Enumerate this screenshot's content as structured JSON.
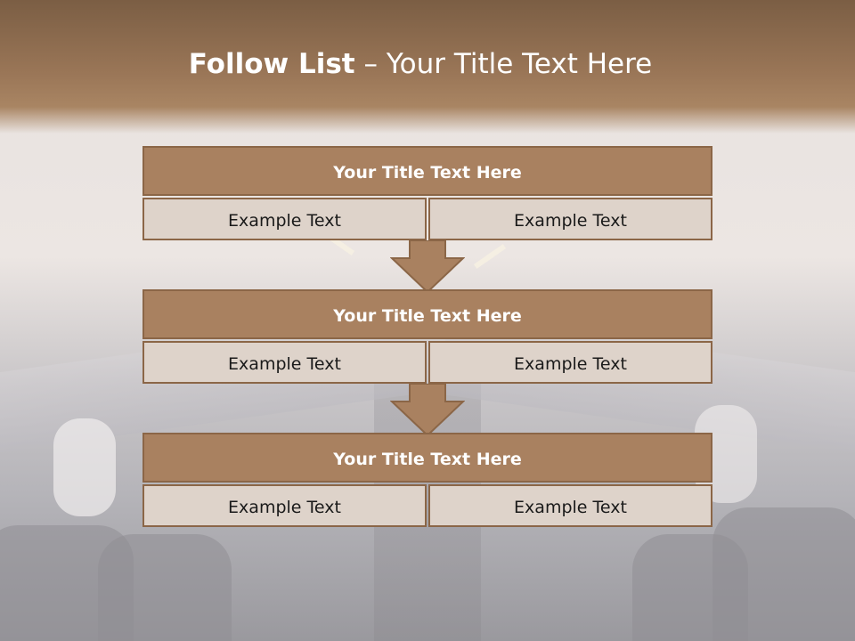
{
  "title": {
    "bold": "Follow List",
    "rest": "– Your Title Text Here"
  },
  "blocks": [
    {
      "heading": "Your Title Text Here",
      "left": "Example Text",
      "right": "Example Text"
    },
    {
      "heading": "Your Title Text Here",
      "left": "Example Text",
      "right": "Example Text"
    },
    {
      "heading": "Your Title Text Here",
      "left": "Example Text",
      "right": "Example Text"
    }
  ],
  "colors": {
    "accent": "#a98160",
    "border": "#8b6647",
    "cell_fill": "#ded3ca",
    "header": "#7b5e44"
  },
  "icons": [
    "down-arrow-icon",
    "down-arrow-icon"
  ]
}
